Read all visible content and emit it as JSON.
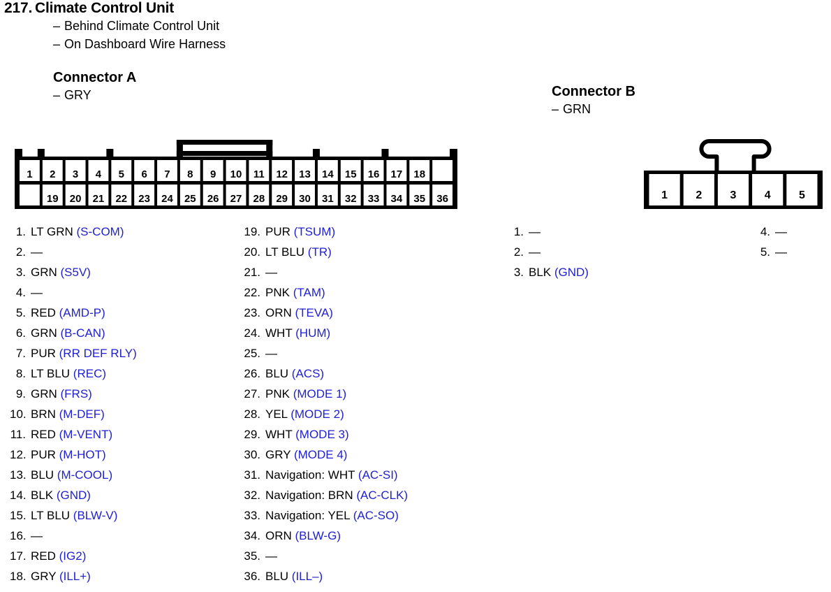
{
  "page": {
    "item_number": "217.",
    "title": "Climate Control Unit",
    "locations": [
      "Behind Climate Control Unit",
      "On Dashboard Wire Harness"
    ],
    "dash": "–",
    "emdash": "—",
    "signal_color": "#1f1fd0"
  },
  "connector_a": {
    "heading": "Connector A",
    "color": "GRY",
    "top_row_pins": [
      "1",
      "2",
      "3",
      "4",
      "5",
      "6",
      "7",
      "8",
      "9",
      "10",
      "11",
      "12",
      "13",
      "14",
      "15",
      "16",
      "17",
      "18"
    ],
    "bottom_row_pins": [
      "19",
      "20",
      "21",
      "22",
      "23",
      "24",
      "25",
      "26",
      "27",
      "28",
      "29",
      "30",
      "31",
      "32",
      "33",
      "34",
      "35",
      "36"
    ],
    "pins_left": [
      {
        "n": "1.",
        "wire": "LT GRN",
        "sig": "(S-COM)"
      },
      {
        "n": "2.",
        "wire": "—",
        "sig": ""
      },
      {
        "n": "3.",
        "wire": "GRN",
        "sig": "(S5V)"
      },
      {
        "n": "4.",
        "wire": "—",
        "sig": ""
      },
      {
        "n": "5.",
        "wire": "RED",
        "sig": "(AMD-P)"
      },
      {
        "n": "6.",
        "wire": "GRN",
        "sig": "(B-CAN)"
      },
      {
        "n": "7.",
        "wire": "PUR",
        "sig": "(RR DEF RLY)"
      },
      {
        "n": "8.",
        "wire": "LT BLU",
        "sig": "(REC)"
      },
      {
        "n": "9.",
        "wire": "GRN",
        "sig": "(FRS)"
      },
      {
        "n": "10.",
        "wire": "BRN",
        "sig": "(M-DEF)"
      },
      {
        "n": "11.",
        "wire": "RED",
        "sig": "(M-VENT)"
      },
      {
        "n": "12.",
        "wire": "PUR",
        "sig": "(M-HOT)"
      },
      {
        "n": "13.",
        "wire": "BLU",
        "sig": "(M-COOL)"
      },
      {
        "n": "14.",
        "wire": "BLK",
        "sig": "(GND)"
      },
      {
        "n": "15.",
        "wire": "LT BLU",
        "sig": "(BLW-V)"
      },
      {
        "n": "16.",
        "wire": "—",
        "sig": ""
      },
      {
        "n": "17.",
        "wire": "RED",
        "sig": "(IG2)"
      },
      {
        "n": "18.",
        "wire": "GRY",
        "sig": "(ILL+)"
      }
    ],
    "pins_right": [
      {
        "n": "19.",
        "wire": "PUR",
        "sig": "(TSUM)"
      },
      {
        "n": "20.",
        "wire": "LT BLU",
        "sig": "(TR)"
      },
      {
        "n": "21.",
        "wire": "—",
        "sig": ""
      },
      {
        "n": "22.",
        "wire": "PNK",
        "sig": "(TAM)"
      },
      {
        "n": "23.",
        "wire": "ORN",
        "sig": "(TEVA)"
      },
      {
        "n": "24.",
        "wire": "WHT",
        "sig": "(HUM)"
      },
      {
        "n": "25.",
        "wire": "—",
        "sig": ""
      },
      {
        "n": "26.",
        "wire": "BLU",
        "sig": "(ACS)"
      },
      {
        "n": "27.",
        "wire": "PNK",
        "sig": "(MODE 1)"
      },
      {
        "n": "28.",
        "wire": "YEL",
        "sig": "(MODE 2)"
      },
      {
        "n": "29.",
        "wire": "WHT",
        "sig": "(MODE 3)"
      },
      {
        "n": "30.",
        "wire": "GRY",
        "sig": "(MODE 4)"
      },
      {
        "n": "31.",
        "wire": "Navigation: WHT",
        "sig": "(AC-SI)"
      },
      {
        "n": "32.",
        "wire": "Navigation: BRN",
        "sig": "(AC-CLK)"
      },
      {
        "n": "33.",
        "wire": "Navigation: YEL",
        "sig": "(AC-SO)"
      },
      {
        "n": "34.",
        "wire": "ORN",
        "sig": "(BLW-G)"
      },
      {
        "n": "35.",
        "wire": "—",
        "sig": ""
      },
      {
        "n": "36.",
        "wire": "BLU",
        "sig": "(ILL–)"
      }
    ]
  },
  "connector_b": {
    "heading": "Connector B",
    "color": "GRN",
    "row_pins": [
      "1",
      "2",
      "3",
      "4",
      "5"
    ],
    "pins_left": [
      {
        "n": "1.",
        "wire": "—",
        "sig": ""
      },
      {
        "n": "2.",
        "wire": "—",
        "sig": ""
      },
      {
        "n": "3.",
        "wire": "BLK",
        "sig": "(GND)"
      }
    ],
    "pins_right": [
      {
        "n": "4.",
        "wire": "—",
        "sig": ""
      },
      {
        "n": "5.",
        "wire": "—",
        "sig": ""
      }
    ]
  }
}
